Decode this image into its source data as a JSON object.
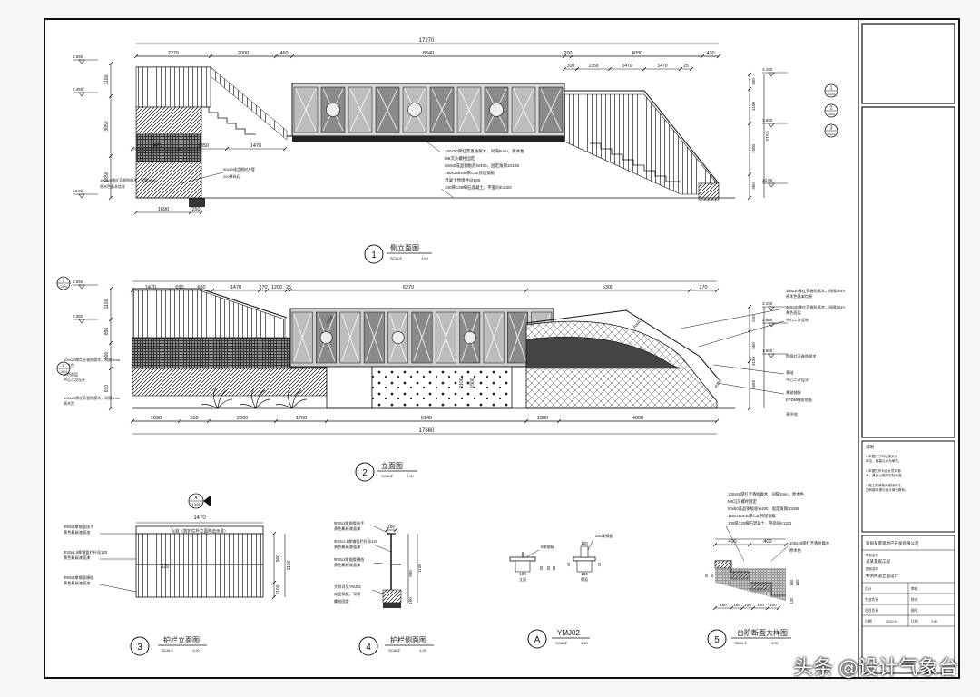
{
  "drawing": {
    "view1": {
      "number": "1",
      "title": "侧立面图",
      "scale": "1:50",
      "dims_top": [
        "2270",
        "2000",
        "460",
        "8340",
        "200",
        "4000",
        "430"
      ],
      "overall": "17270",
      "dims_second": [
        "310",
        "1350",
        "1470",
        "1470",
        "25"
      ],
      "dims_left": [
        "1100",
        "3650",
        "1650"
      ],
      "dims_lower": [
        "1470",
        "1350",
        "1470"
      ],
      "dims_bottom": [
        "1690",
        "250"
      ],
      "elev_left": [
        "3.650",
        "2.350",
        "±0.00"
      ],
      "elev_right": [
        "3.150",
        "1.650",
        "±0.00"
      ],
      "dims_right": [
        "400",
        "1100",
        "1500",
        "350",
        "3150"
      ],
      "notes": [
        "100x50厚红芳香防腐木，间隔5mm，原木色",
        "M8沉头螺栓固定",
        "50x50成品钢板底W400，固定角钢101B5",
        "150x150x30厚C30预埋钢板",
        "混凝土预埋件@600",
        "100厚C25细石混凝土，平面同K1322",
        "100x20厚红芳香防腐木，间隔3mm",
        "原木色基本信息",
        "50x30成品钢材方管",
        "200厚碎石"
      ],
      "callouts": [
        {
          "n": "1",
          "ref": "1324"
        },
        {
          "n": "2",
          "ref": "1324"
        },
        {
          "n": "3",
          "ref": "1324"
        }
      ]
    },
    "view2": {
      "number": "2",
      "title": "立面图",
      "scale": "1:50",
      "dims_top": [
        "1470",
        "690",
        "660",
        "1470",
        "270",
        "1200",
        "25",
        "6270",
        "5300",
        "270"
      ],
      "dims_bottom": [
        "1690",
        "550",
        "2000",
        "1760",
        "6140",
        "1300",
        "4000"
      ],
      "overall": "17660",
      "dims_left": [
        "1100",
        "850",
        "900",
        "810"
      ],
      "elev_left": [
        "3.650",
        "2.350"
      ],
      "dims_right": [
        "550",
        "950",
        "3150",
        "1650"
      ],
      "elev_right": [
        "3.150",
        "2.600",
        "1.650"
      ],
      "notes_right": [
        "100x20厚红芳香防腐木，间隔3mm",
        "原木色基本信息",
        "100x20厚红芳香防腐木，间隔3mm",
        "黄色面层",
        "中心二次设计",
        "防腐红芳香防腐木",
        "基础",
        "中心二次设计",
        "景观铺装",
        "EPDM橡胶地面",
        "草坪地"
      ],
      "notes_left": [
        "100x20厚红芳香防腐木，间隔3mm",
        "原木色",
        "黄色面层",
        "中心二次设计",
        "100x20厚红芳香防腐木，间隔3mm",
        "原木色"
      ],
      "radii": [
        "R100",
        "R4400",
        "R100"
      ],
      "callouts": [
        {
          "n": "1",
          "ref": "1324"
        },
        {
          "n": "4",
          "ref": "1324"
        }
      ],
      "center_dims": [
        "2100",
        "1500"
      ]
    },
    "view3": {
      "number": "3",
      "title": "护栏立面图",
      "scale": "1:20",
      "width": "1470",
      "header": "标准（防护栏杆立面构造示意）",
      "mid_dim": "120",
      "side_dims": [
        "900",
        "1100"
      ],
      "callout": {
        "n": "4",
        "ref": "1324"
      },
      "notes": [
        "Φ50x2厚钢管扶手",
        "黄色氟碳漆面漆",
        "Φ20x1.5厚钢管栏杆@120",
        "黄色氟碳漆面漆",
        "Φ50x2厚钢管横档",
        "黄色氟碳漆面漆"
      ]
    },
    "view4": {
      "number": "4",
      "title": "护栏侧面图",
      "scale": "1:20",
      "notes": [
        "Φ50x2厚钢管扶手",
        "黄色氟碳漆面漆",
        "Φ20x1.5厚钢管栏杆@120",
        "黄色氟碳漆面漆",
        "Φ50x2厚钢管横档",
        "黄色氟碳漆面漆",
        "大样详见YMJ02",
        "成品钢板，采用",
        "螺栓固定"
      ],
      "dims": [
        "100",
        "900",
        "1100",
        "150"
      ]
    },
    "view5": {
      "number": "A",
      "title": "YMJ02",
      "scale": "1:10",
      "labels": [
        "立面",
        "侧面"
      ],
      "notes": [
        "6厚钢板",
        "2x6厚钢板"
      ],
      "dims": [
        "100",
        "60",
        "50",
        "80",
        "100",
        "100",
        "40",
        "40"
      ]
    },
    "view6": {
      "number": "5",
      "title": "台阶断面大样图",
      "scale": "1:20",
      "notes": [
        "100x50厚红芳香防腐木，间隔3mm，原木色",
        "M8沉头螺栓固定",
        "50x50成品钢板底W400，固定角钢101B5",
        "150x150x30厚C30预埋钢板",
        "100厚C25细石混凝土，平面同K1322"
      ],
      "side_note": [
        "100x20厚红芳香防腐木",
        "原木色"
      ],
      "dims_top": [
        "400",
        "400"
      ],
      "dims_bottom": [
        "150",
        "150",
        "100",
        "150",
        "100"
      ],
      "dims_side": [
        "30",
        "50",
        "150",
        "150",
        "100"
      ]
    },
    "scale_word": "SCALE",
    "title_block": {
      "note_title": "说明",
      "notes": [
        "1.本图尺寸均以毫米为单位，标高以米为单位。",
        "2.本图仅作为设计意向参考，具体以现场实际为准。",
        "3.施工前请核对现场尺寸，如有疑问请与设计单位联系。"
      ],
      "company": "深圳某景观地产开发有限公司",
      "project_label": "项目名称",
      "project": "某某景观工程",
      "drawing_label": "图纸名称",
      "drawing": "休闲栈道立面设计",
      "fields": [
        [
          "设计",
          "",
          "审核",
          ""
        ],
        [
          "专业负责",
          "",
          "校对",
          ""
        ],
        [
          "项目负责",
          "",
          "图号",
          ""
        ],
        [
          "日期",
          "2020.01",
          "比例",
          "1:50"
        ]
      ]
    },
    "watermark": {
      "brand": "头条",
      "handle": "@设计气象台"
    }
  }
}
